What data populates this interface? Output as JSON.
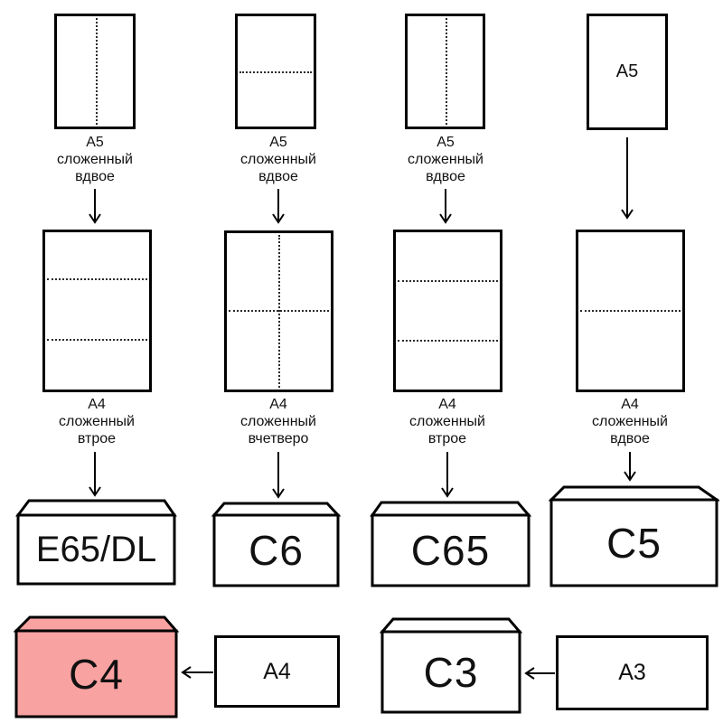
{
  "accent_color": "#f9a2a2",
  "columns": [
    {
      "a5_fold": "half-vertical",
      "a5_caption": [
        "А5",
        "сложенный",
        "вдвое"
      ],
      "a4_fold": "thirds-horizontal",
      "a4_caption": [
        "А4",
        "сложенный",
        "втрое"
      ],
      "envelope_label": "E65/DL"
    },
    {
      "a5_fold": "half-horizontal",
      "a5_caption": [
        "А5",
        "сложенный",
        "вдвое"
      ],
      "a4_fold": "quarters-cross",
      "a4_caption": [
        "А4",
        "сложенный",
        "вчетверо"
      ],
      "envelope_label": "C6"
    },
    {
      "a5_fold": "half-vertical",
      "a5_caption": [
        "А5",
        "сложенный",
        "вдвое"
      ],
      "a4_fold": "thirds-horizontal",
      "a4_caption": [
        "А4",
        "сложенный",
        "втрое"
      ],
      "envelope_label": "C65"
    },
    {
      "a5_fold": "none",
      "a5_sheet_label": "А5",
      "a4_fold": "half-horizontal",
      "a4_caption": [
        "А4",
        "сложенный",
        "вдвое"
      ],
      "envelope_label": "C5"
    }
  ],
  "bottom_row": [
    {
      "envelope_label": "C4",
      "source_label": "А4",
      "highlighted": true
    },
    {
      "envelope_label": "C3",
      "source_label": "А3",
      "highlighted": false
    }
  ]
}
